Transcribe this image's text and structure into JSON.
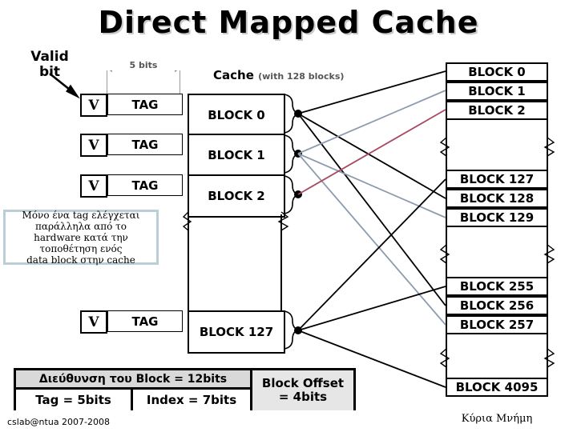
{
  "title": "Direct Mapped Cache",
  "labels": {
    "valid_bit": "Valid\nbit",
    "valid_bit_line1": "Valid",
    "valid_bit_line2": "bit",
    "five_bits": "5 bits",
    "cache_caption": "Cache",
    "cache_caption_sub": "(with 128 blocks)",
    "main_memory": "Κύρια Μνήμη",
    "footer": "cslab@ntua 2007-2008"
  },
  "note": {
    "text": "Μόνο ένα tag ελέγχεται παράλληλα από το hardware κατά την τοποθέτηση ενός data block στην cache",
    "lines": [
      "Μόνο ένα tag ελέγχεται",
      "παράλληλα από το",
      "hardware κατά την",
      "τοποθέτηση ενός",
      "data block στην cache"
    ],
    "border_color": "#b9ced6"
  },
  "cache": {
    "valid_label": "V",
    "tag_label": "TAG",
    "rows": [
      {
        "valid": "V",
        "tag": "TAG",
        "block": "BLOCK 0"
      },
      {
        "valid": "V",
        "tag": "TAG",
        "block": "BLOCK 1"
      },
      {
        "valid": "V",
        "tag": "TAG",
        "block": "BLOCK 2"
      },
      {
        "valid": "V",
        "tag": "TAG",
        "block": "BLOCK 127"
      }
    ]
  },
  "memory": {
    "blocks": [
      "BLOCK 0",
      "BLOCK 1",
      "BLOCK 2",
      "BLOCK 127",
      "BLOCK 128",
      "BLOCK 129",
      "BLOCK 255",
      "BLOCK 256",
      "BLOCK 257",
      "BLOCK 4095"
    ]
  },
  "address": {
    "block_address": "Διεύθυνση του Block = 12bits",
    "tag": "Tag = 5bits",
    "index": "Index = 7bits",
    "block_offset_line1": "Block Offset",
    "block_offset_line2": "= 4bits",
    "header_bg": "#d9d9d9",
    "offset_bg": "#e6e6e6"
  },
  "wire_colors": {
    "black": "#000000",
    "blue_grey": "#8c9bad",
    "crimson": "#a84a62"
  }
}
